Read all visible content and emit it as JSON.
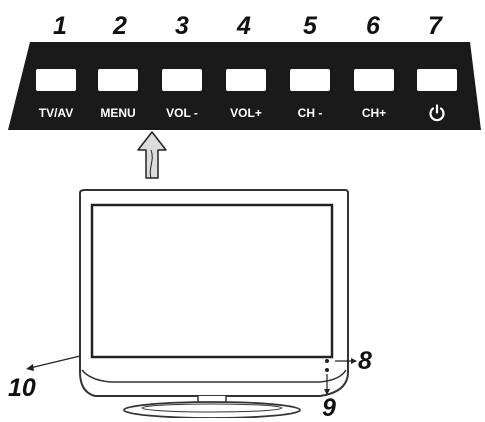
{
  "panel": {
    "buttons": [
      {
        "number": "1",
        "label": "TV/AV"
      },
      {
        "number": "2",
        "label": "MENU"
      },
      {
        "number": "3",
        "label": "VOL -"
      },
      {
        "number": "4",
        "label": "VOL+"
      },
      {
        "number": "5",
        "label": "CH -"
      },
      {
        "number": "6",
        "label": "CH+"
      },
      {
        "number": "7",
        "label": "",
        "icon": "power-icon"
      }
    ]
  },
  "callouts": {
    "indicator": "8",
    "sensor": "9",
    "speaker": "10"
  },
  "colors": {
    "panel": "#1a1a1a",
    "outline": "#333333"
  }
}
